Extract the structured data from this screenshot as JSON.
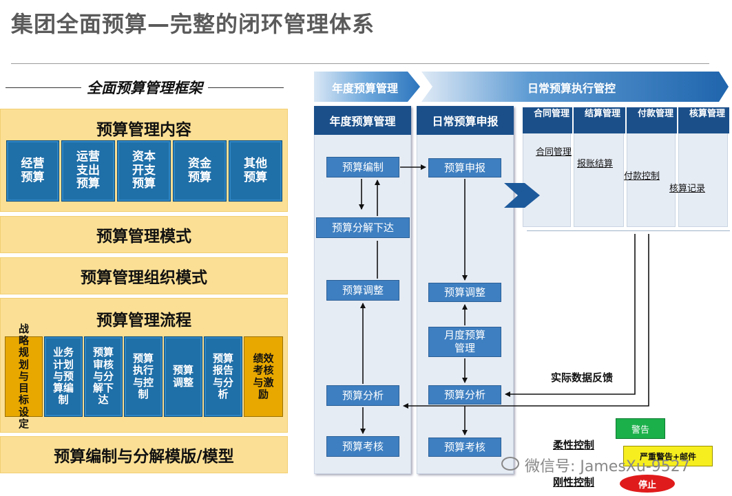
{
  "title": "集团全面预算—完整的闭环管理体系",
  "framework": {
    "title": "全面预算管理框架",
    "content_heading": "预算管理内容",
    "content_items": [
      "经营预算",
      "运营支出预算",
      "资本开支预算",
      "资金预算",
      "其他预算"
    ],
    "mode": "预算管理模式",
    "org_mode": "预算管理组织模式",
    "process_heading": "预算管理流程",
    "process_items": [
      "战略规划与目标设定",
      "业务计划与预算编制",
      "预算审核与分解下达",
      "预算执行与控制",
      "预算调整",
      "预算报告与分析",
      "绩效考核与激励"
    ],
    "template": "预算编制与分解模版/模型"
  },
  "diagram": {
    "banner_annual": "年度预算管理",
    "banner_daily": "日常预算执行管控",
    "col1_head": "年度预算管理",
    "col2_head": "日常预算申报",
    "col1_steps": [
      "预算编制",
      "预算分解下达",
      "预算调整",
      "预算分析",
      "预算考核"
    ],
    "col2_steps": [
      "预算申报",
      "预算调整",
      "月度预算管理",
      "预算分析",
      "预算考核"
    ],
    "sub_heads": [
      "合同管理",
      "结算管理",
      "付款管理",
      "核算管理"
    ],
    "sub_items": [
      "合同管理",
      "报账结算",
      "付款控制",
      "核算记录"
    ],
    "feedback_label": "实际数据反馈",
    "soft_control": "柔性控制",
    "hard_control": "刚性控制",
    "warning": "警告",
    "severe_warning": "严重警告+邮件",
    "stop": "停止",
    "watermark": "微信号: JamesXu-9527"
  }
}
